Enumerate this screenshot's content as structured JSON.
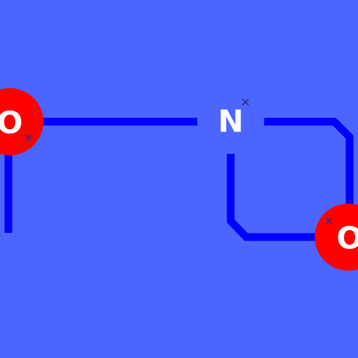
{
  "colors": {
    "background": "#4d65ff",
    "bond": "#0000ff",
    "oxygen": "#ff0000",
    "nitrogen": "#4d65ff",
    "label": "#ffffff",
    "marker": "#2d2d8a"
  },
  "atoms": {
    "oxygen_left": {
      "label": "O"
    },
    "nitrogen": {
      "label": "N"
    },
    "oxygen_right": {
      "label": "O"
    }
  }
}
